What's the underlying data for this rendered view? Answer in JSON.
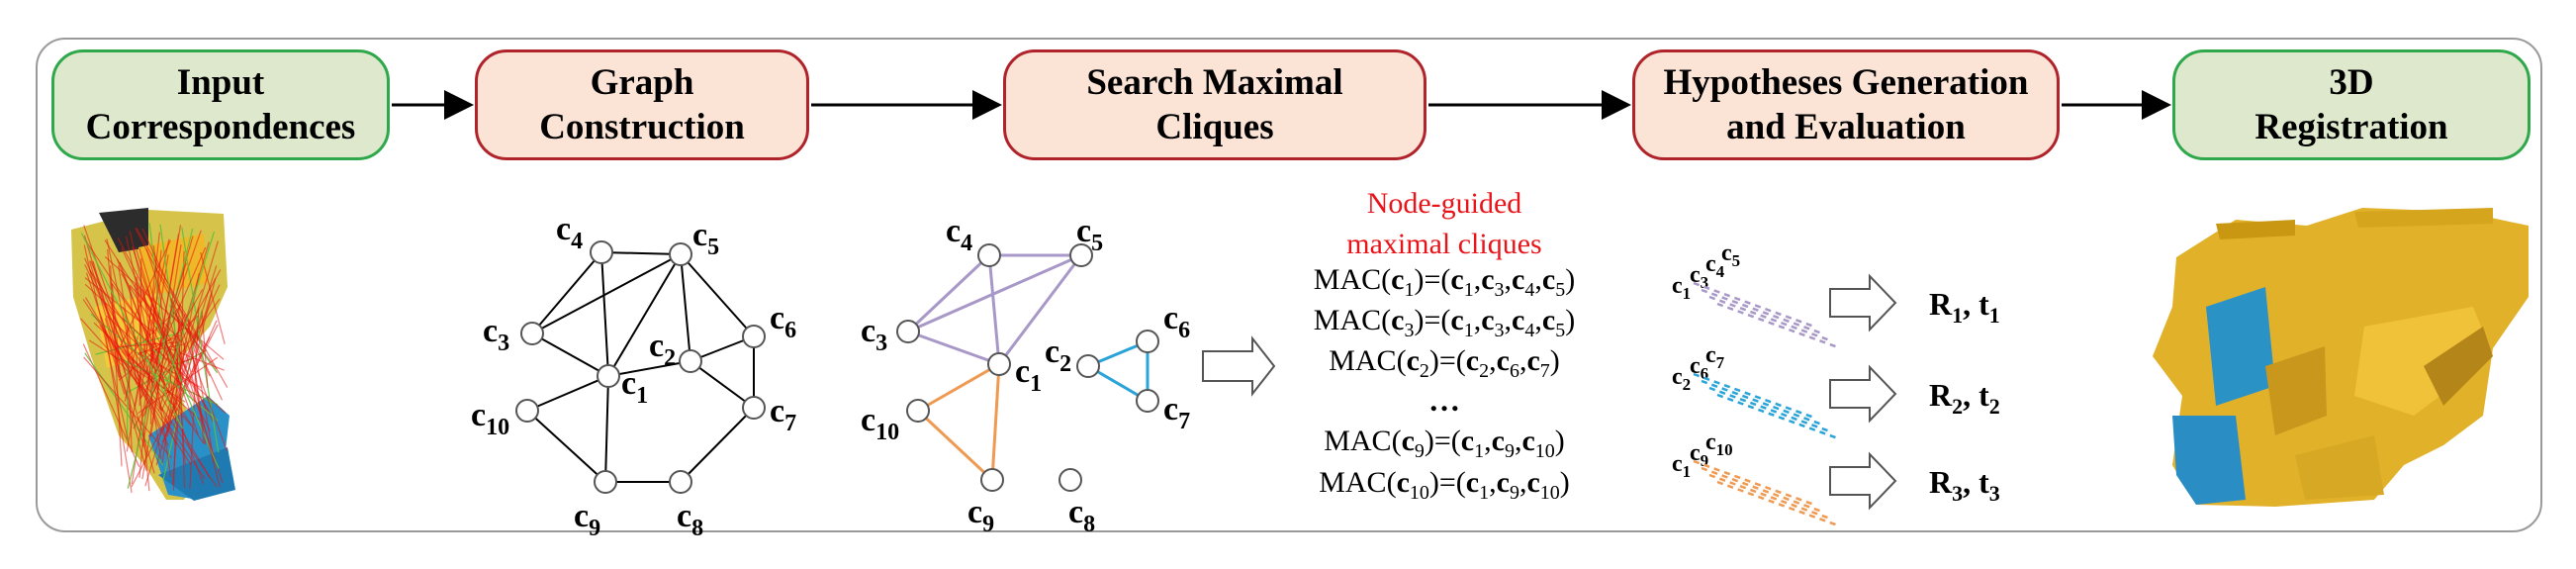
{
  "stages": [
    {
      "line1": "Input",
      "line2": "Correspondences"
    },
    {
      "line1": "Graph",
      "line2": "Construction"
    },
    {
      "line1": "Search Maximal",
      "line2": "Cliques"
    },
    {
      "line1": "Hypotheses Generation",
      "line2": "and Evaluation"
    },
    {
      "line1": "3D",
      "line2": "Registration"
    }
  ],
  "nodes": {
    "c4": {
      "b": "c",
      "s": "4"
    },
    "c5": {
      "b": "c",
      "s": "5"
    },
    "c3": {
      "b": "c",
      "s": "3"
    },
    "c6": {
      "b": "c",
      "s": "6"
    },
    "c2": {
      "b": "c",
      "s": "2"
    },
    "c1": {
      "b": "c",
      "s": "1"
    },
    "c10": {
      "b": "c",
      "s": "10"
    },
    "c7": {
      "b": "c",
      "s": "7"
    },
    "c9": {
      "b": "c",
      "s": "9"
    },
    "c8": {
      "b": "c",
      "s": "8"
    }
  },
  "cliques_title": {
    "line1": "Node-guided",
    "line2": "maximal cliques"
  },
  "cliques": [
    {
      "node": "1",
      "members": [
        "1",
        "3",
        "4",
        "5"
      ]
    },
    {
      "node": "3",
      "members": [
        "1",
        "3",
        "4",
        "5"
      ]
    },
    {
      "node": "2",
      "members": [
        "2",
        "6",
        "7"
      ]
    },
    {
      "node": "9",
      "members": [
        "1",
        "9",
        "10"
      ]
    },
    {
      "node": "10",
      "members": [
        "1",
        "9",
        "10"
      ]
    }
  ],
  "ellipsis": "…",
  "mac_label": "MAC",
  "hypotheses": [
    {
      "nodes": [
        "1",
        "3",
        "4",
        "5"
      ],
      "R": "R",
      "R_sub": "1",
      "t": "t",
      "t_sub": "1"
    },
    {
      "nodes": [
        "2",
        "6",
        "7"
      ],
      "R": "R",
      "R_sub": "2",
      "t": "t",
      "t_sub": "2"
    },
    {
      "nodes": [
        "1",
        "9",
        "10"
      ],
      "R": "R",
      "R_sub": "3",
      "t": "t",
      "t_sub": "3"
    }
  ],
  "colors": {
    "clique_purple": "#a898c8",
    "clique_cyan": "#2aa3d8",
    "clique_orange": "#ef9a52",
    "title_red": "#e8141a",
    "green_border": "#2ea84a",
    "red_border": "#b0232a"
  }
}
